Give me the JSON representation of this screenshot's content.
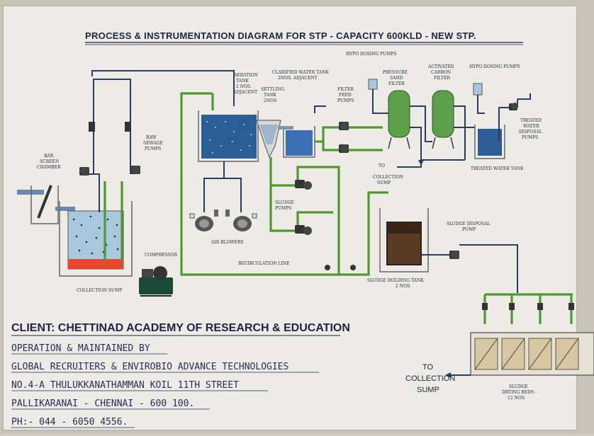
{
  "title": "PROCESS & INSTRUMENTATION DIAGRAM FOR STP - CAPACITY  600KLD - NEW STP.",
  "labels": {
    "bar_screen": [
      "BAR",
      "SCREEN",
      "CHAMBER"
    ],
    "raw_sewage": [
      "RAW",
      "SEWAGE",
      "PUMPS"
    ],
    "aeration": [
      "AERATION",
      "TANK",
      "2 NOS.",
      "ADJACENT"
    ],
    "settling": [
      "SETTLING",
      "TANK",
      "2NOS"
    ],
    "clarified": [
      "CLARIFIED WATER TANK",
      "2NOS. ADJACENT"
    ],
    "hypo1": "HYPO DOSING PUMPS",
    "filter_feed": [
      "FILTER",
      "FEED",
      "PUMPS"
    ],
    "pressure_sand": [
      "PRESSURE",
      "SAND",
      "FILTER"
    ],
    "activated_carbon": [
      "ACTIVATED",
      "CARBON",
      "FILTER"
    ],
    "hypo2": "HYPO DOSING PUMPS",
    "treated_disposal": [
      "TREATED",
      "WATER",
      "DISPOSAL",
      "PUMPS"
    ],
    "treated_tank": "TREATED WATER TANK",
    "to_collection_small": [
      "TO",
      "COLLECTION",
      "SUMP"
    ],
    "sludge_pumps": [
      "SLUDGE",
      "PUMPS"
    ],
    "air_blowers": "AIR BLOWERS",
    "compressor": "COMPRESSOR",
    "collection_sump": "COLLECTION SUMP",
    "recirculation": "RECIRCULATION LINE",
    "sludge_holding": [
      "SLUDGE HOLDING TANK",
      "2 NOS."
    ],
    "sludge_disposal": [
      "SLUDGE DISPOSAL",
      "PUMP"
    ],
    "sludge_beds": [
      "SLUDGE",
      "DRYING BEDS -",
      "12 NOS."
    ],
    "to_collection_big": [
      "TO",
      "COLLECTION",
      "SUMP"
    ]
  },
  "client": "CLIENT: CHETTINAD ACADEMY OF RESEARCH & EDUCATION",
  "info_lines": [
    "OPERATION & MAINTAINED BY",
    "GLOBAL RECRUITERS & ENVIROBIO ADVANCE TECHNOLOGIES",
    "NO.4-A THULUKKANATHAMMAN KOIL 11TH STREET",
    "PALLIKARANAI - CHENNAI - 600 100.",
    "PH:- 044 - 6050 4556."
  ],
  "colors": {
    "board": "#ecebe6",
    "pipe_green": "#4f9a2f",
    "pipe_blue": "#2b3b66",
    "water_blue": "#3d6fb0",
    "sludge": "#5a3a22",
    "text_navy": "#1f2340"
  }
}
